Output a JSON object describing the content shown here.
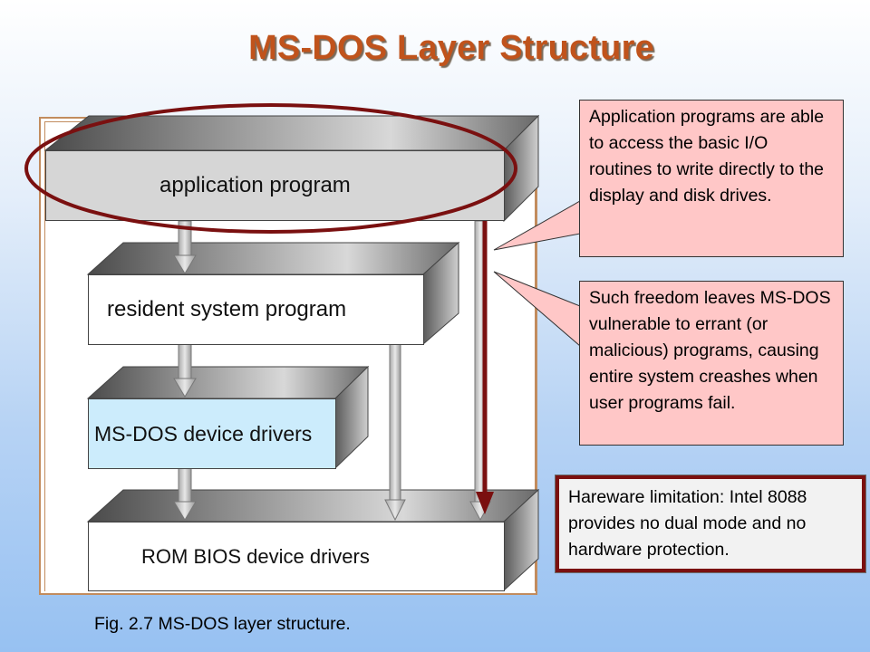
{
  "title": "MS-DOS Layer Structure",
  "layers": {
    "application": "application program",
    "resident": "resident system program",
    "drivers": "MS-DOS device drivers",
    "rom_bios": "ROM BIOS device drivers"
  },
  "callouts": {
    "access": "Application programs are able to access the basic I/O routines to write directly to the display and disk drives.",
    "freedom": "Such freedom leaves MS-DOS vulnerable to errant (or malicious) programs, causing entire system creashes when user programs fail."
  },
  "note": "Hareware limitation: Intel 8088 provides no dual mode and no hardware protection.",
  "caption": "Fig. 2.7 MS-DOS layer structure.",
  "colors": {
    "title": "#c0531c",
    "highlight_red": "#7a1010",
    "callout_fill": "#ffc7c7",
    "drivers_fill": "#ccecfc"
  }
}
